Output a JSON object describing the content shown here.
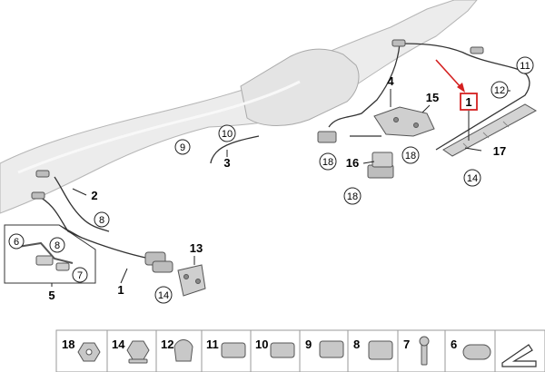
{
  "callouts": {
    "c1": "1",
    "c2": "2",
    "c3": "3",
    "c4": "4",
    "c5": "5",
    "c6": "6",
    "c7": "7",
    "c8a": "8",
    "c8b": "8",
    "c9": "9",
    "c10": "10",
    "c11": "11",
    "c12": "12",
    "c13": "13",
    "c14a": "14",
    "c14b": "14",
    "c15": "15",
    "c16": "16",
    "c17": "17",
    "c18a": "18",
    "c18b": "18",
    "c18c": "18"
  },
  "strip": {
    "items": [
      "18",
      "14",
      "12",
      "11",
      "10",
      "9",
      "8",
      "7",
      "6"
    ]
  },
  "colors": {
    "highlight": "#d42020",
    "strip_border": "#9a9a9a",
    "exhaust_fill": "#ececec",
    "exhaust_stroke": "#b5b5b5",
    "line": "#333333"
  }
}
